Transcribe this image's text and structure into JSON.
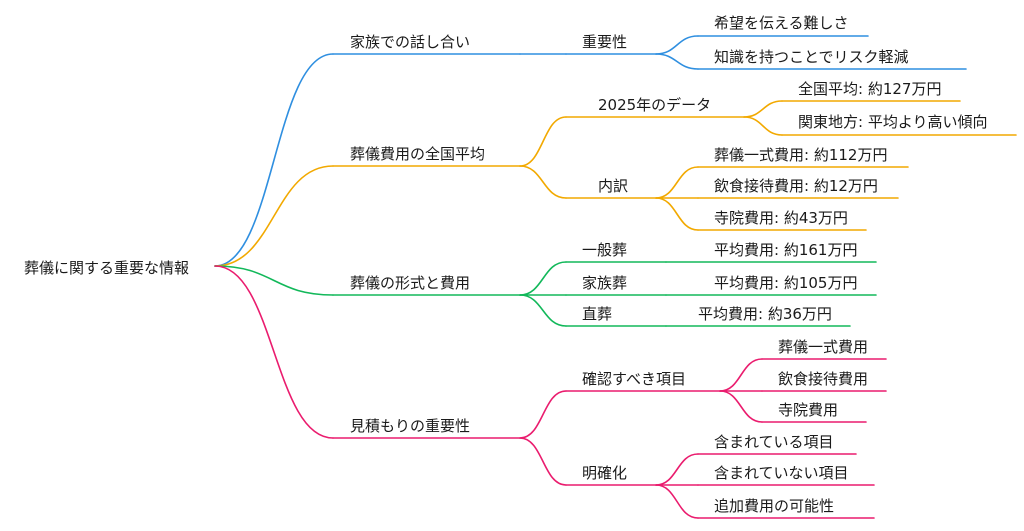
{
  "root": {
    "label": "葬儀に関する重要な情報"
  },
  "colors": {
    "blue": "#2f8fe0",
    "orange": "#f2a900",
    "green": "#12b85a",
    "pink": "#ea1c6e"
  },
  "branches": [
    {
      "label": "家族での話し合い",
      "color": "blue",
      "children": [
        {
          "label": "重要性",
          "children": [
            {
              "label": "希望を伝える難しさ"
            },
            {
              "label": "知識を持つことでリスク軽減"
            }
          ]
        }
      ]
    },
    {
      "label": "葬儀費用の全国平均",
      "color": "orange",
      "children": [
        {
          "label": "2025年のデータ",
          "children": [
            {
              "label": "全国平均: 約127万円"
            },
            {
              "label": "関東地方: 平均より高い傾向"
            }
          ]
        },
        {
          "label": "内訳",
          "children": [
            {
              "label": "葬儀一式費用: 約112万円"
            },
            {
              "label": "飲食接待費用: 約12万円"
            },
            {
              "label": "寺院費用: 約43万円"
            }
          ]
        }
      ]
    },
    {
      "label": "葬儀の形式と費用",
      "color": "green",
      "children": [
        {
          "label": "一般葬",
          "children": [
            {
              "label": "平均費用: 約161万円"
            }
          ]
        },
        {
          "label": "家族葬",
          "children": [
            {
              "label": "平均費用: 約105万円"
            }
          ]
        },
        {
          "label": "直葬",
          "children": [
            {
              "label": "平均費用: 約36万円"
            }
          ]
        }
      ]
    },
    {
      "label": "見積もりの重要性",
      "color": "pink",
      "children": [
        {
          "label": "確認すべき項目",
          "children": [
            {
              "label": "葬儀一式費用"
            },
            {
              "label": "飲食接待費用"
            },
            {
              "label": "寺院費用"
            }
          ]
        },
        {
          "label": "明確化",
          "children": [
            {
              "label": "含まれている項目"
            },
            {
              "label": "含まれていない項目"
            },
            {
              "label": "追加費用の可能性"
            }
          ]
        }
      ]
    }
  ]
}
